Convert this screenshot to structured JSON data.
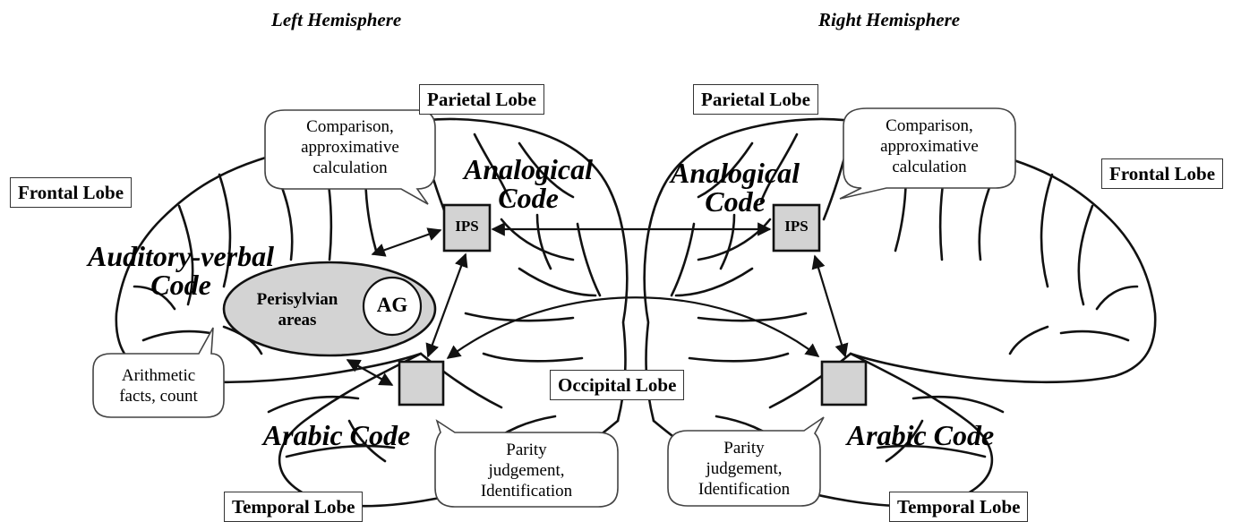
{
  "header": {
    "left": "Left Hemisphere",
    "right": "Right Hemisphere"
  },
  "lobes": {
    "left_frontal": "Frontal Lobe",
    "left_parietal": "Parietal Lobe",
    "left_temporal": "Temporal Lobe",
    "right_parietal": "Parietal Lobe",
    "right_frontal": "Frontal Lobe",
    "right_temporal": "Temporal Lobe",
    "occipital": "Occipital Lobe"
  },
  "codes": {
    "left_analogical_1": "Analogical",
    "left_analogical_2": "Code",
    "right_analogical_1": "Analogical",
    "right_analogical_2": "Code",
    "auditory_1": "Auditory-verbal",
    "auditory_2": "Code",
    "left_arabic": "Arabic Code",
    "right_arabic": "Arabic Code"
  },
  "bubbles": {
    "left_comparison": [
      "Comparison,",
      "approximative",
      "calculation"
    ],
    "right_comparison": [
      "Comparison,",
      "approximative",
      "calculation"
    ],
    "arithmetic": [
      "Arithmetic",
      "facts, count"
    ],
    "left_parity": [
      "Parity",
      "judgement,",
      "Identification"
    ],
    "right_parity": [
      "Parity",
      "judgement,",
      "Identification"
    ]
  },
  "nodes": {
    "left_ips": "IPS",
    "right_ips": "IPS",
    "perisylvian_1": "Perisylvian",
    "perisylvian_2": "areas",
    "ag": "AG"
  },
  "colors": {
    "node_fill": "#d3d3d3",
    "line": "#111111",
    "bubble_border": "#444444"
  }
}
